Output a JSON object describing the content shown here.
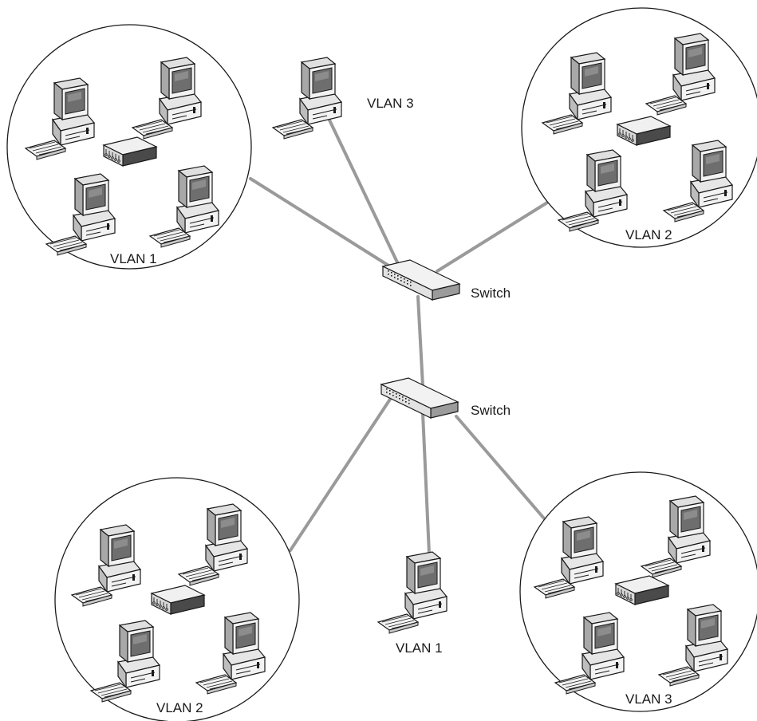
{
  "labels": {
    "vlan1_top_left": "VLAN 1",
    "vlan3_top": "VLAN 3",
    "vlan2_top_right": "VLAN 2",
    "switch_upper": "Switch",
    "switch_lower": "Switch",
    "vlan2_bottom_left": "VLAN 2",
    "vlan1_bottom_center": "VLAN 1",
    "vlan3_bottom_right": "VLAN 3"
  },
  "colors": {
    "link": "#9a9a9a",
    "outline": "#1a1a1a",
    "device_body": "#f2f2f2",
    "device_shade": "#9b9b9b",
    "screen": "#6e6e6e",
    "hub_dark": "#4a4a4a"
  }
}
